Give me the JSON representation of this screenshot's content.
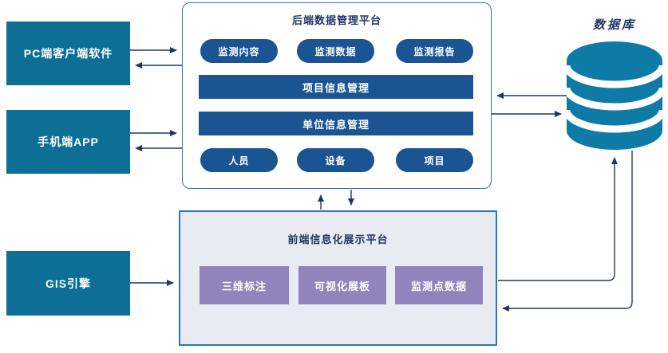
{
  "colors": {
    "teal_node": "#0d6e96",
    "database_teal": "#0e7aa6",
    "pill_blue": "#1a5493",
    "panel_border_blue": "#2e75b6",
    "frontend_fill": "#e9ebf2",
    "module_purple": "#9184bd",
    "arrow_navy": "#1f3864",
    "title_navy": "#1f3864"
  },
  "left_nodes": [
    {
      "label": "PC端客户端软件"
    },
    {
      "label": "手机端APP"
    },
    {
      "label": "GIS引擎"
    }
  ],
  "backend": {
    "title": "后端数据管理平台",
    "pills_top": [
      "监测内容",
      "监测数据",
      "监测报告"
    ],
    "bars": [
      "项目信息管理",
      "单位信息管理"
    ],
    "pills_bottom": [
      "人员",
      "设备",
      "项目"
    ]
  },
  "frontend": {
    "title": "前端信息化展示平台",
    "modules": [
      "三维标注",
      "可视化展板",
      "监测点数据"
    ]
  },
  "database": {
    "label": "数据库"
  }
}
